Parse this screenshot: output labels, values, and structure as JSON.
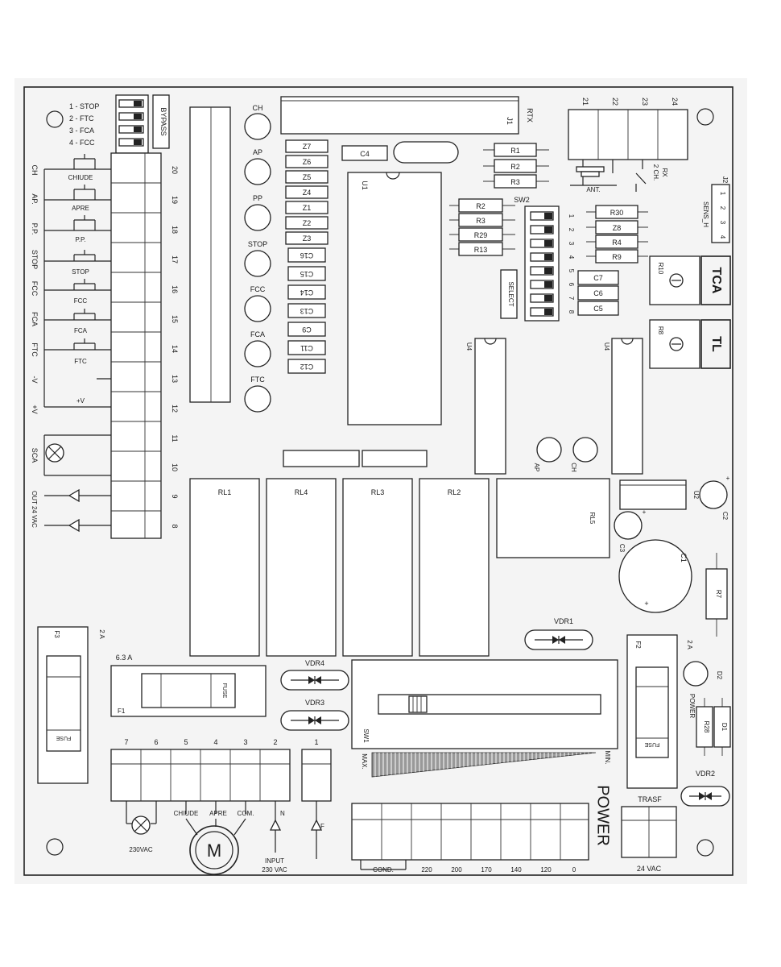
{
  "dip_legend": [
    "1 - STOP",
    "2 - FTC",
    "3 - FCA",
    "4 - FCC"
  ],
  "bypass": "BYPASS",
  "left_edge_labels": [
    "CH",
    "AP.",
    "P.P.",
    "STOP",
    "FCC",
    "FCA",
    "FTC",
    "-V",
    "+V",
    "SCA",
    "OUT 24 VAC"
  ],
  "switches": [
    {
      "id": "chiude",
      "label": "CHIUDE"
    },
    {
      "id": "apre",
      "label": "APRE"
    },
    {
      "id": "pp",
      "label": "P.P."
    },
    {
      "id": "stop",
      "label": "STOP"
    },
    {
      "id": "fcc",
      "label": "FCC"
    },
    {
      "id": "fca",
      "label": "FCA"
    },
    {
      "id": "ftc",
      "label": "FTC"
    }
  ],
  "plus_v": "+V",
  "terminal_numbers": [
    "20",
    "19",
    "18",
    "17",
    "16",
    "15",
    "14",
    "13",
    "12",
    "11",
    "10",
    "9",
    "8"
  ],
  "leds": [
    "CH",
    "AP",
    "PP",
    "STOP",
    "FCC",
    "FCA",
    "FTC"
  ],
  "z_diodes": [
    "Z7",
    "Z6",
    "Z5",
    "Z4",
    "Z1",
    "Z2",
    "Z3"
  ],
  "caps_small": [
    "C16",
    "C15",
    "C14",
    "C13",
    "C9",
    "C11",
    "C12"
  ],
  "c4": "C4",
  "j1": "J1",
  "rtx": "RTX",
  "u1": "U1",
  "r_top": [
    "R1",
    "R2",
    "R3"
  ],
  "r_mid": [
    "R2",
    "R3",
    "R29",
    "R13"
  ],
  "sw2": "SW2",
  "sw2_numbers": [
    "1",
    "2",
    "3",
    "4",
    "5",
    "6",
    "7",
    "8"
  ],
  "select": "SELECT",
  "r_right": [
    "R30",
    "Z8",
    "R4",
    "R9"
  ],
  "c_right": [
    "C7",
    "C6",
    "C5"
  ],
  "radio_terminals": [
    "21",
    "22",
    "23",
    "24"
  ],
  "ant": "ANT.",
  "rx_2ch": [
    "RX",
    "2 CH."
  ],
  "j2": "J2",
  "j2_pins": [
    "1",
    "2",
    "3",
    "4"
  ],
  "sens_h": "SENS_H",
  "r10": "R10",
  "tca": "TCA",
  "r8": "R8",
  "tl": "TL",
  "u4_left": "U4",
  "u4_right": "U4",
  "led_ap": "AP",
  "led_ch": "CH",
  "relays": [
    "RL1",
    "RL4",
    "RL3",
    "RL2"
  ],
  "rl5": "RL5",
  "u2": "U2",
  "c2": "C2",
  "c3": "C3",
  "c1": "C1",
  "plus": "+",
  "r7": "R7",
  "vdr1": "VDR1",
  "vdr2": "VDR2",
  "vdr3": "VDR3",
  "vdr4": "VDR4",
  "f1": "F1",
  "f1_rating": "6.3 A",
  "f2": "F2",
  "f2_rating": "2 A",
  "f3": "F3",
  "f3_rating": "2 A",
  "fuse": "FUSE",
  "sw1": "SW1",
  "max": "MAX.",
  "min": "MIN.",
  "power": "POWER",
  "power_led": "POWER",
  "d2": "D2",
  "r28": "R28",
  "d1": "D1",
  "trasf": "TRASF",
  "vac24": "24 VAC",
  "bottom_terminal_numbers": [
    "7",
    "6",
    "5",
    "4",
    "3",
    "2",
    "1"
  ],
  "motor_labels": [
    "CHIUDE",
    "APRE",
    "COM."
  ],
  "motor": "M",
  "n_label": "N",
  "f_label": "F",
  "lamp_230": "230VAC",
  "input_230": [
    "INPUT",
    "230 VAC"
  ],
  "cond": "COND.",
  "voltage_taps": [
    "220",
    "200",
    "170",
    "140",
    "120",
    "0"
  ]
}
